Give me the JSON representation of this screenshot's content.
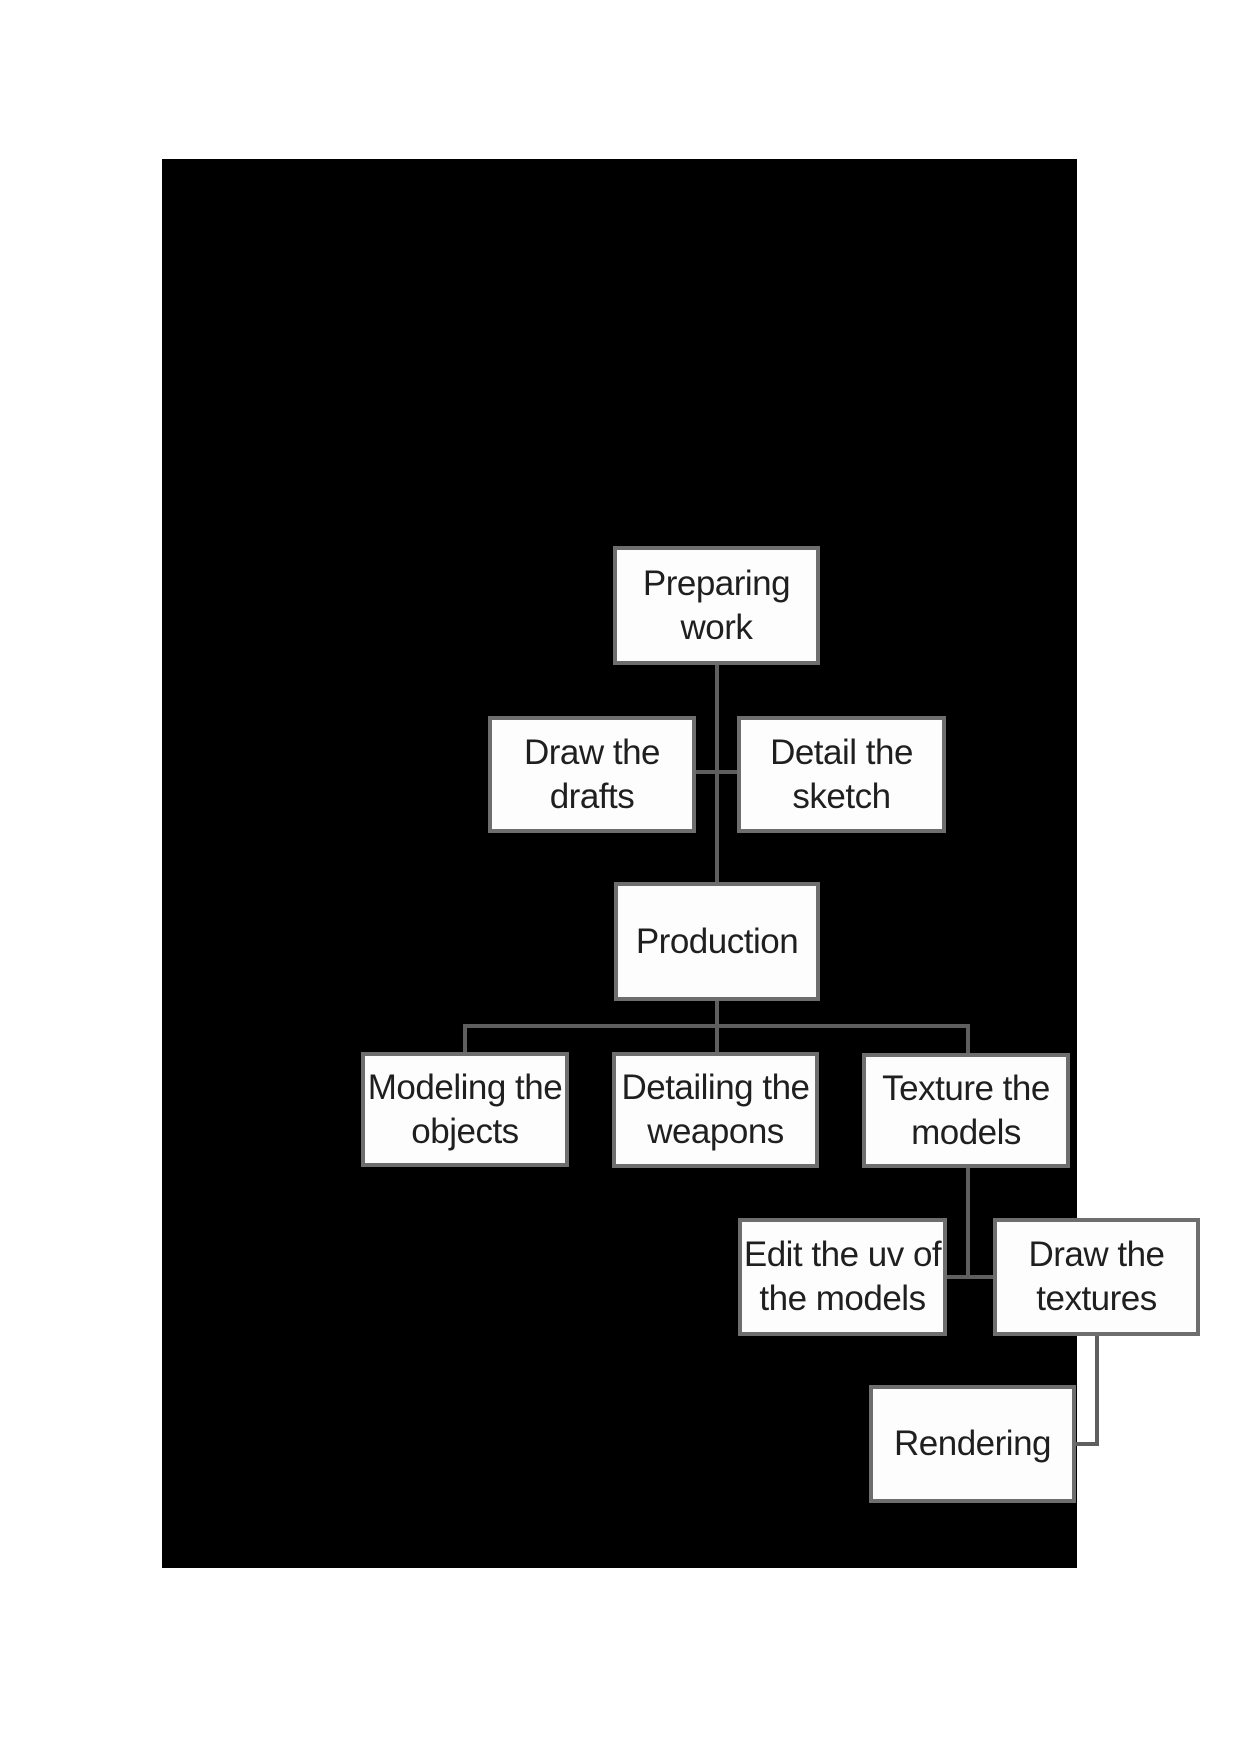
{
  "diagram": {
    "type": "flowchart",
    "colors": {
      "page_background": "#ffffff",
      "canvas_background": "#000000",
      "node_fill": "#fdfdfd",
      "node_border": "#6e6e6e",
      "connector": "#5f5f5f",
      "text": "#1f1f1f"
    },
    "nodes": [
      {
        "id": "preparing-work",
        "label": "Preparing work",
        "label_lines": [
          "Preparing",
          "work"
        ]
      },
      {
        "id": "draw-the-drafts",
        "label": "Draw the drafts",
        "label_lines": [
          "Draw the",
          "drafts"
        ]
      },
      {
        "id": "detail-the-sketch",
        "label": "Detail the sketch",
        "label_lines": [
          "Detail the",
          "sketch"
        ]
      },
      {
        "id": "production",
        "label": "Production",
        "label_lines": [
          "Production"
        ]
      },
      {
        "id": "modeling-the-objects",
        "label": "Modeling the objects",
        "label_lines": [
          "Modeling the",
          "objects"
        ]
      },
      {
        "id": "detailing-the-weapons",
        "label": "Detailing the weapons",
        "label_lines": [
          "Detailing the",
          "weapons"
        ]
      },
      {
        "id": "texture-the-models",
        "label": "Texture the models",
        "label_lines": [
          "Texture the",
          "models"
        ]
      },
      {
        "id": "edit-the-uv-of-the-models",
        "label": "Edit the uv of the models",
        "label_lines": [
          "Edit the uv of",
          "the models"
        ]
      },
      {
        "id": "draw-the-textures",
        "label": "Draw the textures",
        "label_lines": [
          "Draw the",
          "textures"
        ]
      },
      {
        "id": "rendering",
        "label": "Rendering",
        "label_lines": [
          "Rendering"
        ]
      }
    ],
    "edges": [
      {
        "from": "preparing-work",
        "to": "production"
      },
      {
        "from": "preparing-work",
        "to": "draw-the-drafts"
      },
      {
        "from": "preparing-work",
        "to": "detail-the-sketch"
      },
      {
        "from": "production",
        "to": "modeling-the-objects"
      },
      {
        "from": "production",
        "to": "detailing-the-weapons"
      },
      {
        "from": "production",
        "to": "texture-the-models"
      },
      {
        "from": "texture-the-models",
        "to": "edit-the-uv-of-the-models"
      },
      {
        "from": "texture-the-models",
        "to": "draw-the-textures"
      },
      {
        "from": "draw-the-textures",
        "to": "rendering"
      }
    ]
  }
}
